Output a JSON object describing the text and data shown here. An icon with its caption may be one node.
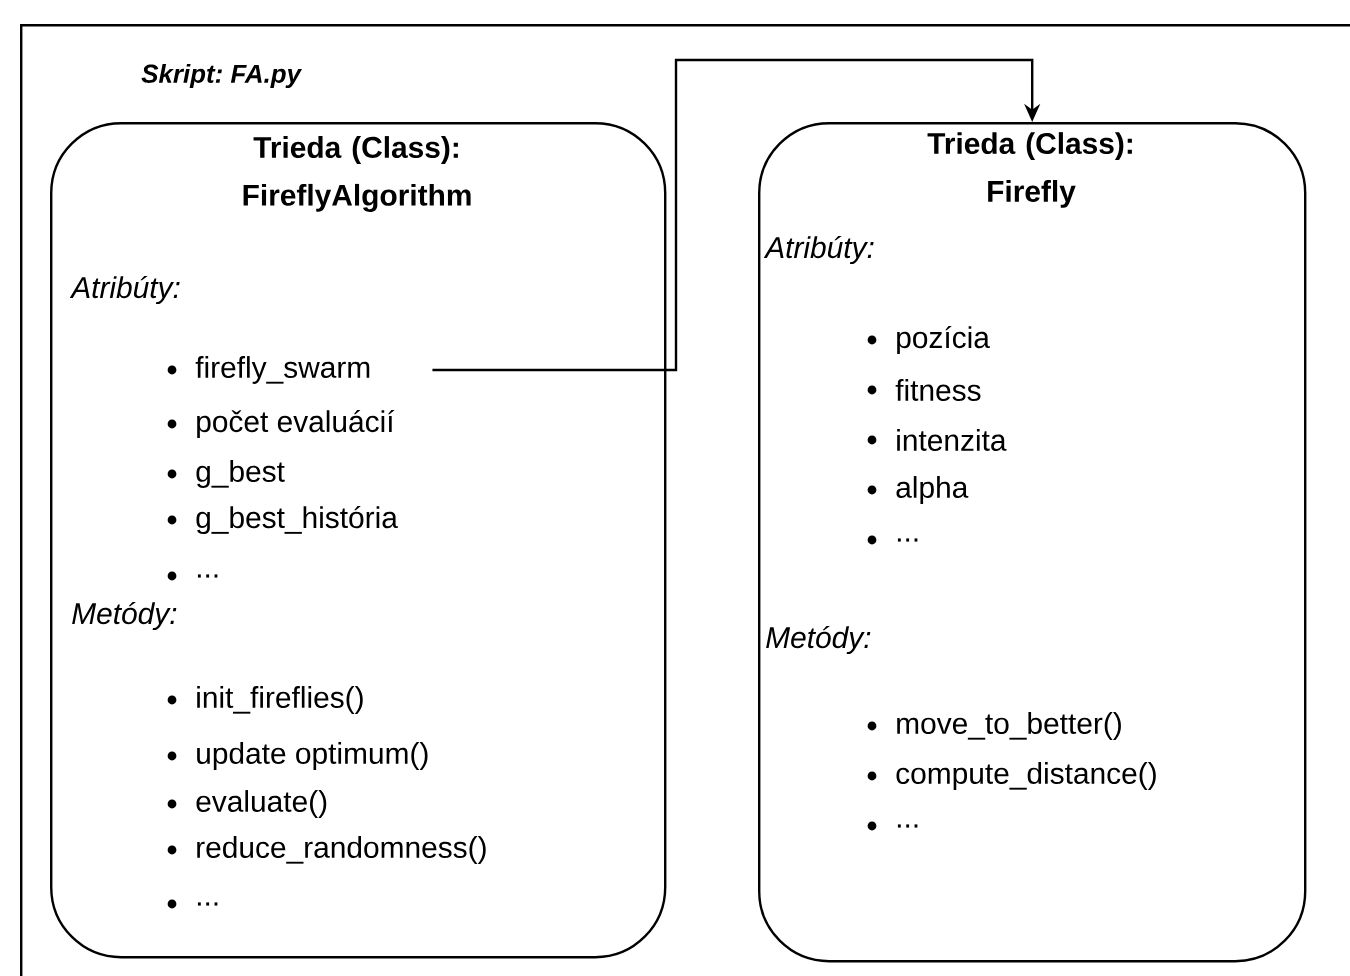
{
  "diagram": {
    "nodes": [
      {
        "text": [
          "Skript: FA.py"
        ]
      },
      {
        "text": [
          "Trieda (Class): FireflyAlgorithm",
          "Atribúty:",
          "počet evaluácií",
          "g_best",
          "g_best_história",
          "...",
          "Metódy:",
          "init_fireflies()",
          "update optimum()",
          "evaluate()",
          "reduce_randomness()",
          "..."
        ],
        "in": 0
      },
      {
        "text": [
          "firefly_swarm"
        ],
        "in": 1
      },
      {
        "text": [
          "Trieda (Class): Firefly",
          "Atribúty:",
          "pozícia",
          "fitness",
          "intenzita",
          "alpha",
          "...",
          "Metódy:",
          "move_to_better()",
          "compute_distance()",
          "..."
        ],
        "in": 0
      }
    ],
    "edges": [
      {
        "from": 2,
        "to": 3,
        "arrow": "to"
      }
    ]
  }
}
